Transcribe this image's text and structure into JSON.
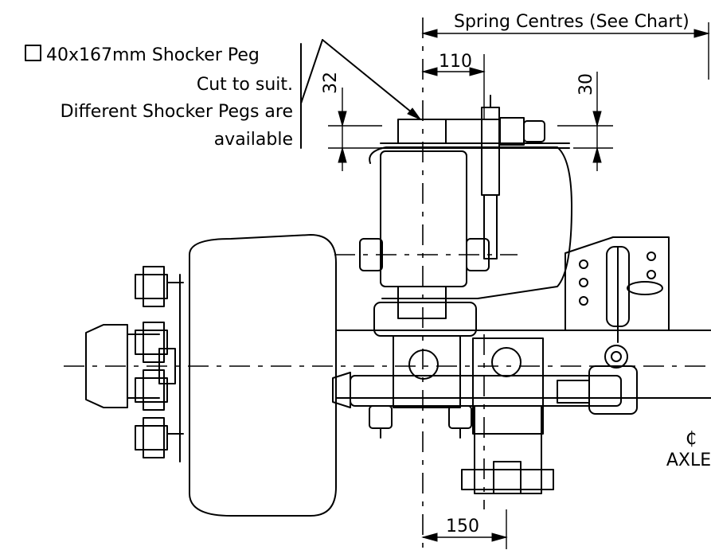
{
  "note": {
    "line1_text": "40x167mm Shocker Peg",
    "line2": "Cut to suit.",
    "line3": "Different Shocker Pegs are",
    "line4": "available"
  },
  "dimensions": {
    "spring_centres": "Spring Centres (See Chart)",
    "d110": "110",
    "d32": "32",
    "d30": "30",
    "d150": "150"
  },
  "axle_label": {
    "symbol": "₵",
    "text": "AXLE"
  }
}
